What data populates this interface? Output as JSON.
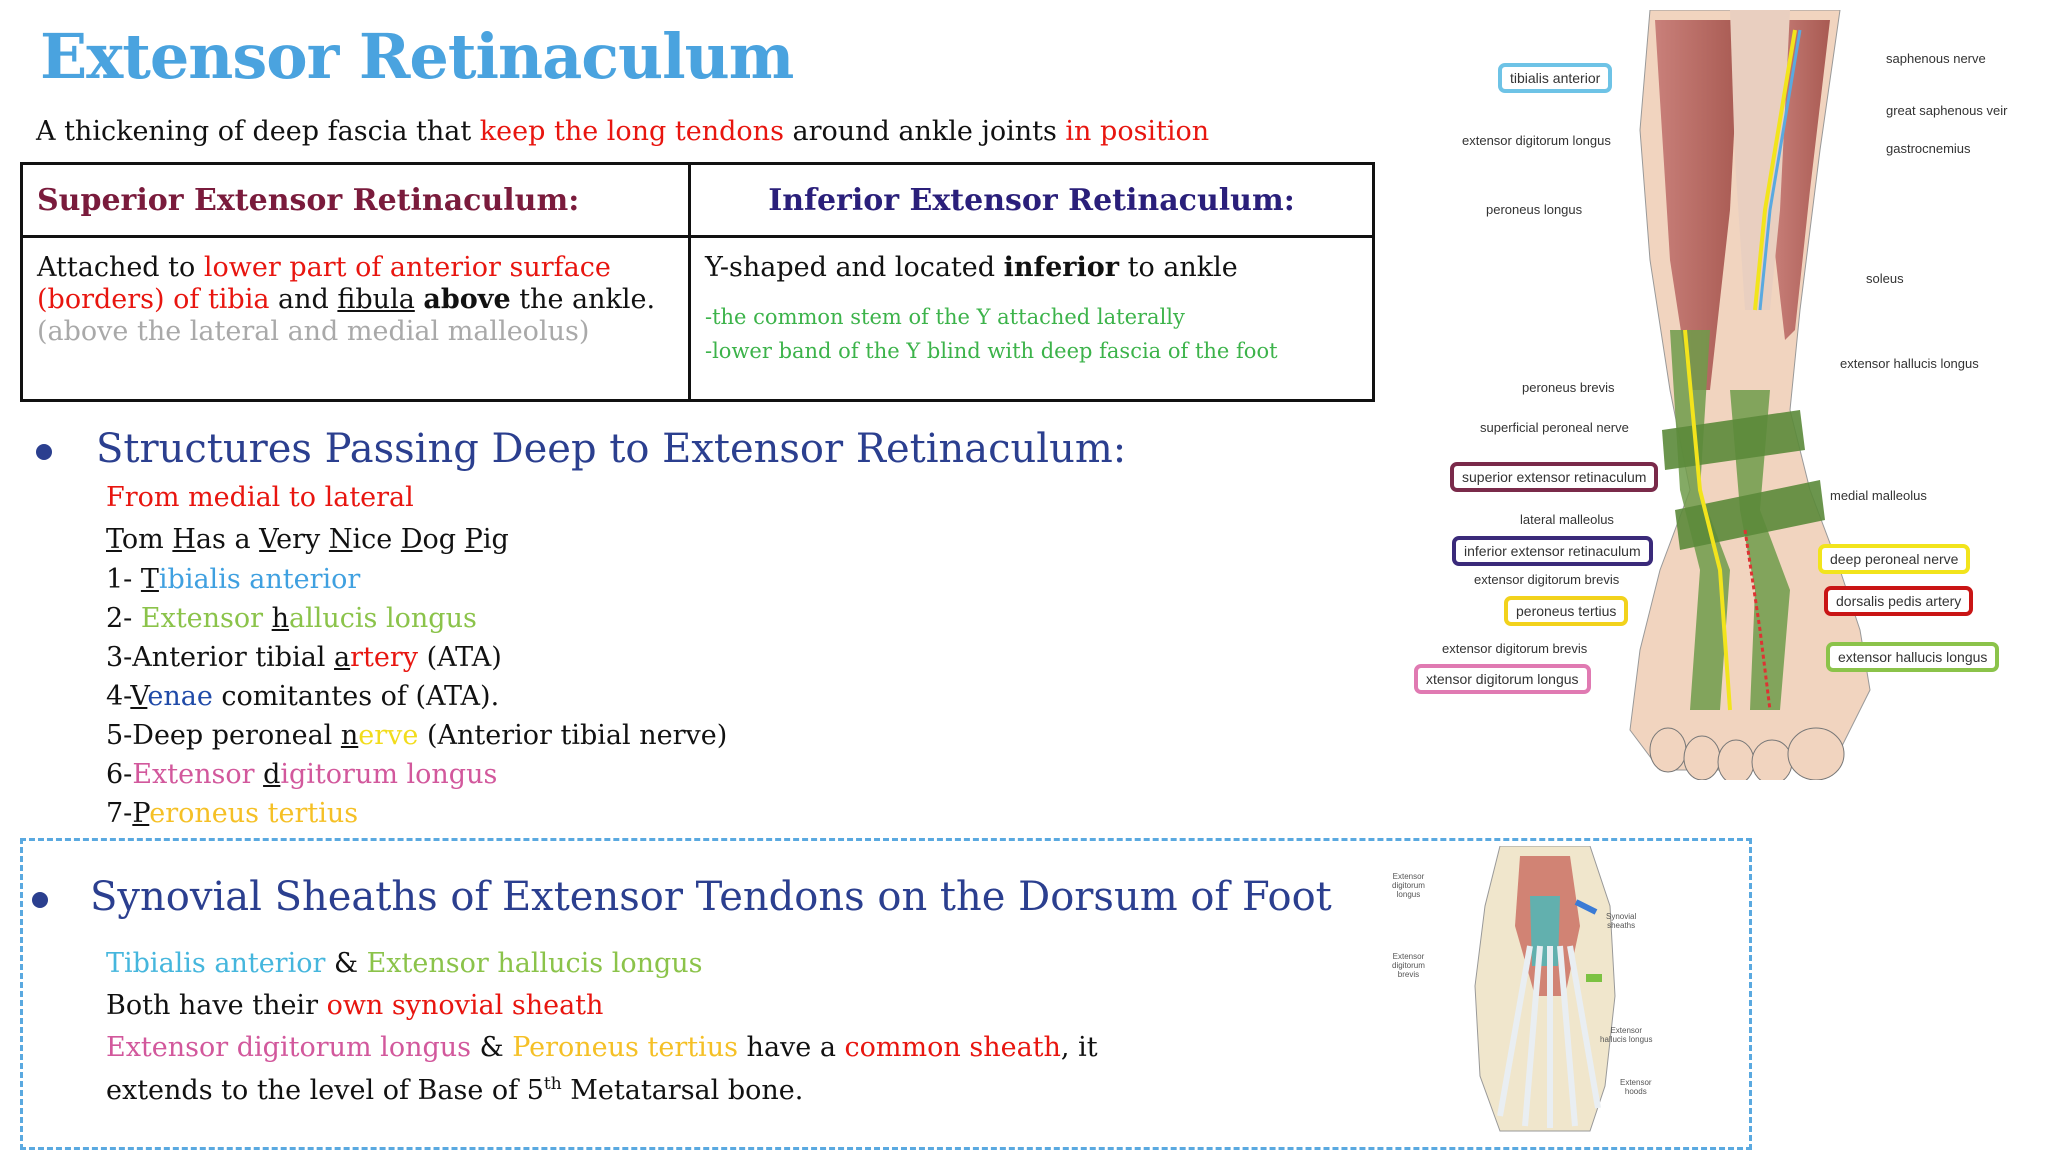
{
  "title": "Extensor Retinaculum",
  "intro": {
    "p1": "A thickening of deep fascia that ",
    "p2": "keep the long tendons",
    "p3": " around ankle joints ",
    "p4": "in position"
  },
  "table": {
    "sup_header": "Superior Extensor Retinaculum:",
    "inf_header": "Inferior Extensor Retinaculum:",
    "sup": {
      "t1": "Attached to ",
      "t2": "lower part of anterior surface (borders) of tibia",
      "t3": " and ",
      "t4": "fibula",
      "t5": " ",
      "t6": "above",
      "t7": " the ankle.",
      "t8": "(above the lateral and medial malleolus)"
    },
    "inf": {
      "t1": "Y-shaped and located ",
      "t2": "inferior",
      "t3": " to ankle",
      "t4": "-the common stem of the Y attached laterally",
      "t5": "-lower band of the Y  blind with deep fascia of the foot"
    }
  },
  "structures": {
    "heading": "Structures Passing Deep to Extensor Retinaculum:",
    "subheading": "From medial to lateral",
    "mnemonic": {
      "a1": "T",
      "a2": "om ",
      "b1": "H",
      "b2": "as a ",
      "c1": "V",
      "c2": "ery ",
      "d1": "N",
      "d2": "ice ",
      "e1": "D",
      "e2": "og  ",
      "f1": "P",
      "f2": "ig"
    },
    "items": [
      {
        "pre": "1- ",
        "u": "T",
        "rest": "ibialis  anterior"
      },
      {
        "pre": "2- ",
        "mid": "Extensor ",
        "u": "h",
        "rest": "allucis  longus"
      },
      {
        "pre": "3-Anterior tibial ",
        "u": "a",
        "rest": "rtery",
        "post": " (ATA)"
      },
      {
        "pre": "4-",
        "u": "V",
        "rest": "enae",
        "post": " comitantes of (ATA)."
      },
      {
        "pre": "5-Deep peroneal ",
        "u": "n",
        "rest": "erve",
        "post": " (Anterior tibial nerve)"
      },
      {
        "pre": "6-",
        "mid": "Extensor ",
        "u": "d",
        "rest": "igitorum longus"
      },
      {
        "pre": "7-",
        "u": "P",
        "rest": "eroneus tertius"
      }
    ]
  },
  "synovial": {
    "heading": "Synovial Sheaths of Extensor Tendons on the Dorsum of Foot",
    "l1": {
      "a": "Tibialis anterior",
      "b": " & ",
      "c": "Extensor hallucis longus"
    },
    "l2": {
      "a": "Both have their ",
      "b": "own synovial sheath"
    },
    "l3": {
      "a": "Extensor digitorum longus",
      "b": " & ",
      "c": "Peroneus tertius",
      "d": " have a ",
      "e": "common sheath",
      "f": ", it"
    },
    "l4": {
      "a": "extends to  the level of Base of 5",
      "sup": "th",
      "b": " Metatarsal bone."
    }
  },
  "leg_labels": {
    "tibialis_anterior": "tibialis anterior",
    "edl1": "extensor digitorum longus",
    "peroneus_longus": "peroneus longus",
    "peroneus_brevis": "peroneus brevis",
    "superficial_peroneal": "superficial peroneal nerve",
    "superior_ret": "superior extensor retinaculum",
    "lateral_malleolus": "lateral malleolus",
    "inferior_ret": "inferior extensor retinaculum",
    "edb_partial": "extensor digitorum brevis",
    "peroneus_tertius": "peroneus tertius",
    "edb": "extensor digitorum brevis",
    "edl2": "xtensor digitorum longus",
    "saphenous": "saphenous nerve",
    "great_saphenous": "great saphenous veir",
    "gastrocnemius": "gastrocnemius",
    "soleus": "soleus",
    "ehl1": "extensor hallucis longus",
    "medial_malleolus": "medial malleolus",
    "deep_peroneal": "deep peroneal nerve",
    "dorsalis_pedis": "dorsalis pedis artery",
    "ehl2": "extensor hallucis longus"
  },
  "foot_labels": {
    "edl": "Extensor\ndigitorum\nlongus",
    "edb": "Extensor\ndigitorum\nbrevis",
    "synovial": "Synovial\nsheaths",
    "ehl": "Extensor\nhallucis longus",
    "hoods": "Extensor\nhoods"
  },
  "colors": {
    "title": "#4aa3df",
    "red": "#e8150f",
    "navy": "#2b3f8f",
    "sup_header": "#7a1b3c",
    "inf_header": "#2a1f7a",
    "dash_border": "#5aa9e0"
  }
}
